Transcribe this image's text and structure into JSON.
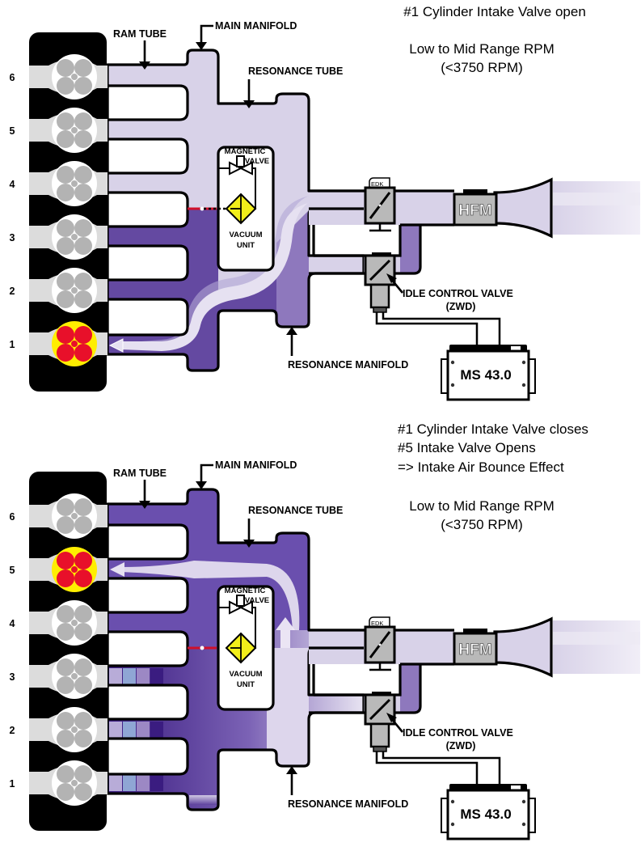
{
  "colors": {
    "manifold_light": "#d8d2e8",
    "manifold_dark": "#5a3d9a",
    "manifold_mid": "#8e78bd",
    "active_valve": "#e8102a",
    "active_ring": "#ffee00",
    "inactive_valve": "#b3b3b3",
    "vacuum_unit": "#f2ee1a",
    "component_gray": "#b9b9b9",
    "flap_red": "#d0102a"
  },
  "panels": [
    {
      "id": "top",
      "caption_lines": [
        "#1 Cylinder Intake Valve open"
      ],
      "rpm_lines": [
        "Low to Mid Range RPM",
        "(<3750 RPM)"
      ],
      "active_cylinder": "1",
      "labels": {
        "ram_tube": "RAM TUBE",
        "main_manifold": "MAIN MANIFOLD",
        "resonance_tube": "RESONANCE TUBE",
        "resonance_manifold": "RESONANCE MANIFOLD",
        "magnetic": "MAGNETIC",
        "valve": "VALVE",
        "vacuum": "VACUUM",
        "unit": "UNIT",
        "idle_control_valve": "IDLE CONTROL VALVE",
        "zwd": "(ZWD)",
        "edk": "EDK",
        "hfm": "HFM",
        "ecu": "MS 43.0"
      },
      "cylinders": [
        "6",
        "5",
        "4",
        "3",
        "2",
        "1"
      ]
    },
    {
      "id": "bottom",
      "caption_lines": [
        "#1 Cylinder Intake Valve closes",
        "#5 Intake Valve Opens",
        "=> Intake Air Bounce Effect"
      ],
      "rpm_lines": [
        "Low to Mid Range RPM",
        "(<3750 RPM)"
      ],
      "active_cylinder": "5",
      "labels": {
        "ram_tube": "RAM TUBE",
        "main_manifold": "MAIN MANIFOLD",
        "resonance_tube": "RESONANCE TUBE",
        "resonance_manifold": "RESONANCE MANIFOLD",
        "magnetic": "MAGNETIC",
        "valve": "VALVE",
        "vacuum": "VACUUM",
        "unit": "UNIT",
        "idle_control_valve": "IDLE CONTROL VALVE",
        "zwd": "(ZWD)",
        "edk": "EDK",
        "hfm": "HFM",
        "ecu": "MS 43.0"
      },
      "cylinders": [
        "6",
        "5",
        "4",
        "3",
        "2",
        "1"
      ]
    }
  ]
}
